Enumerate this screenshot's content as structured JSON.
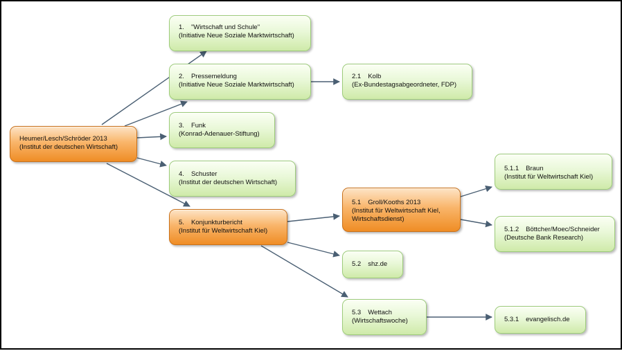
{
  "colors": {
    "edge": "#4a5f73",
    "green_border": "#9dcc7a",
    "orange_border": "#c9711a"
  },
  "nodes": {
    "root": {
      "title": "Heumer/Lesch/Schröder 2013",
      "sub": "(Institut der deutschen Wirtschaft)"
    },
    "n1": {
      "num": "1.",
      "title": "\"Wirtschaft und Schule\"",
      "sub": "(Initiative Neue Soziale Marktwirtschaft)"
    },
    "n2": {
      "num": "2.",
      "title": "Pressemeldung",
      "sub": "(Initiative Neue Soziale Marktwirtschaft)"
    },
    "n21": {
      "num": "2.1",
      "title": "Kolb",
      "sub": "(Ex-Bundestagsabgeordneter, FDP)"
    },
    "n3": {
      "num": "3.",
      "title": "Funk",
      "sub": "(Konrad-Adenauer-Stiftung)"
    },
    "n4": {
      "num": "4.",
      "title": "Schuster",
      "sub": "(Institut der deutschen Wirtschaft)"
    },
    "n5": {
      "num": "5.",
      "title": "Konjunkturbericht",
      "sub": "(Institut für Weltwirtschaft Kiel)"
    },
    "n51": {
      "num": "5.1",
      "title": "Groll/Kooths 2013",
      "sub": "(Institut für Weltwirtschaft Kiel,",
      "sub2": "Wirtschaftsdienst)"
    },
    "n511": {
      "num": "5.1.1",
      "title": "Braun",
      "sub": "(Institut für Weltwirtschaft Kiel)"
    },
    "n512": {
      "num": "5.1.2",
      "title": "Böttcher/Moec/Schneider",
      "sub": "(Deutsche Bank Research)"
    },
    "n52": {
      "num": "5.2",
      "title": "shz.de"
    },
    "n53": {
      "num": "5.3",
      "title": "Wettach",
      "sub": "(Wirtschaftswoche)"
    },
    "n531": {
      "num": "5.3.1",
      "title": "evangelisch.de"
    }
  }
}
